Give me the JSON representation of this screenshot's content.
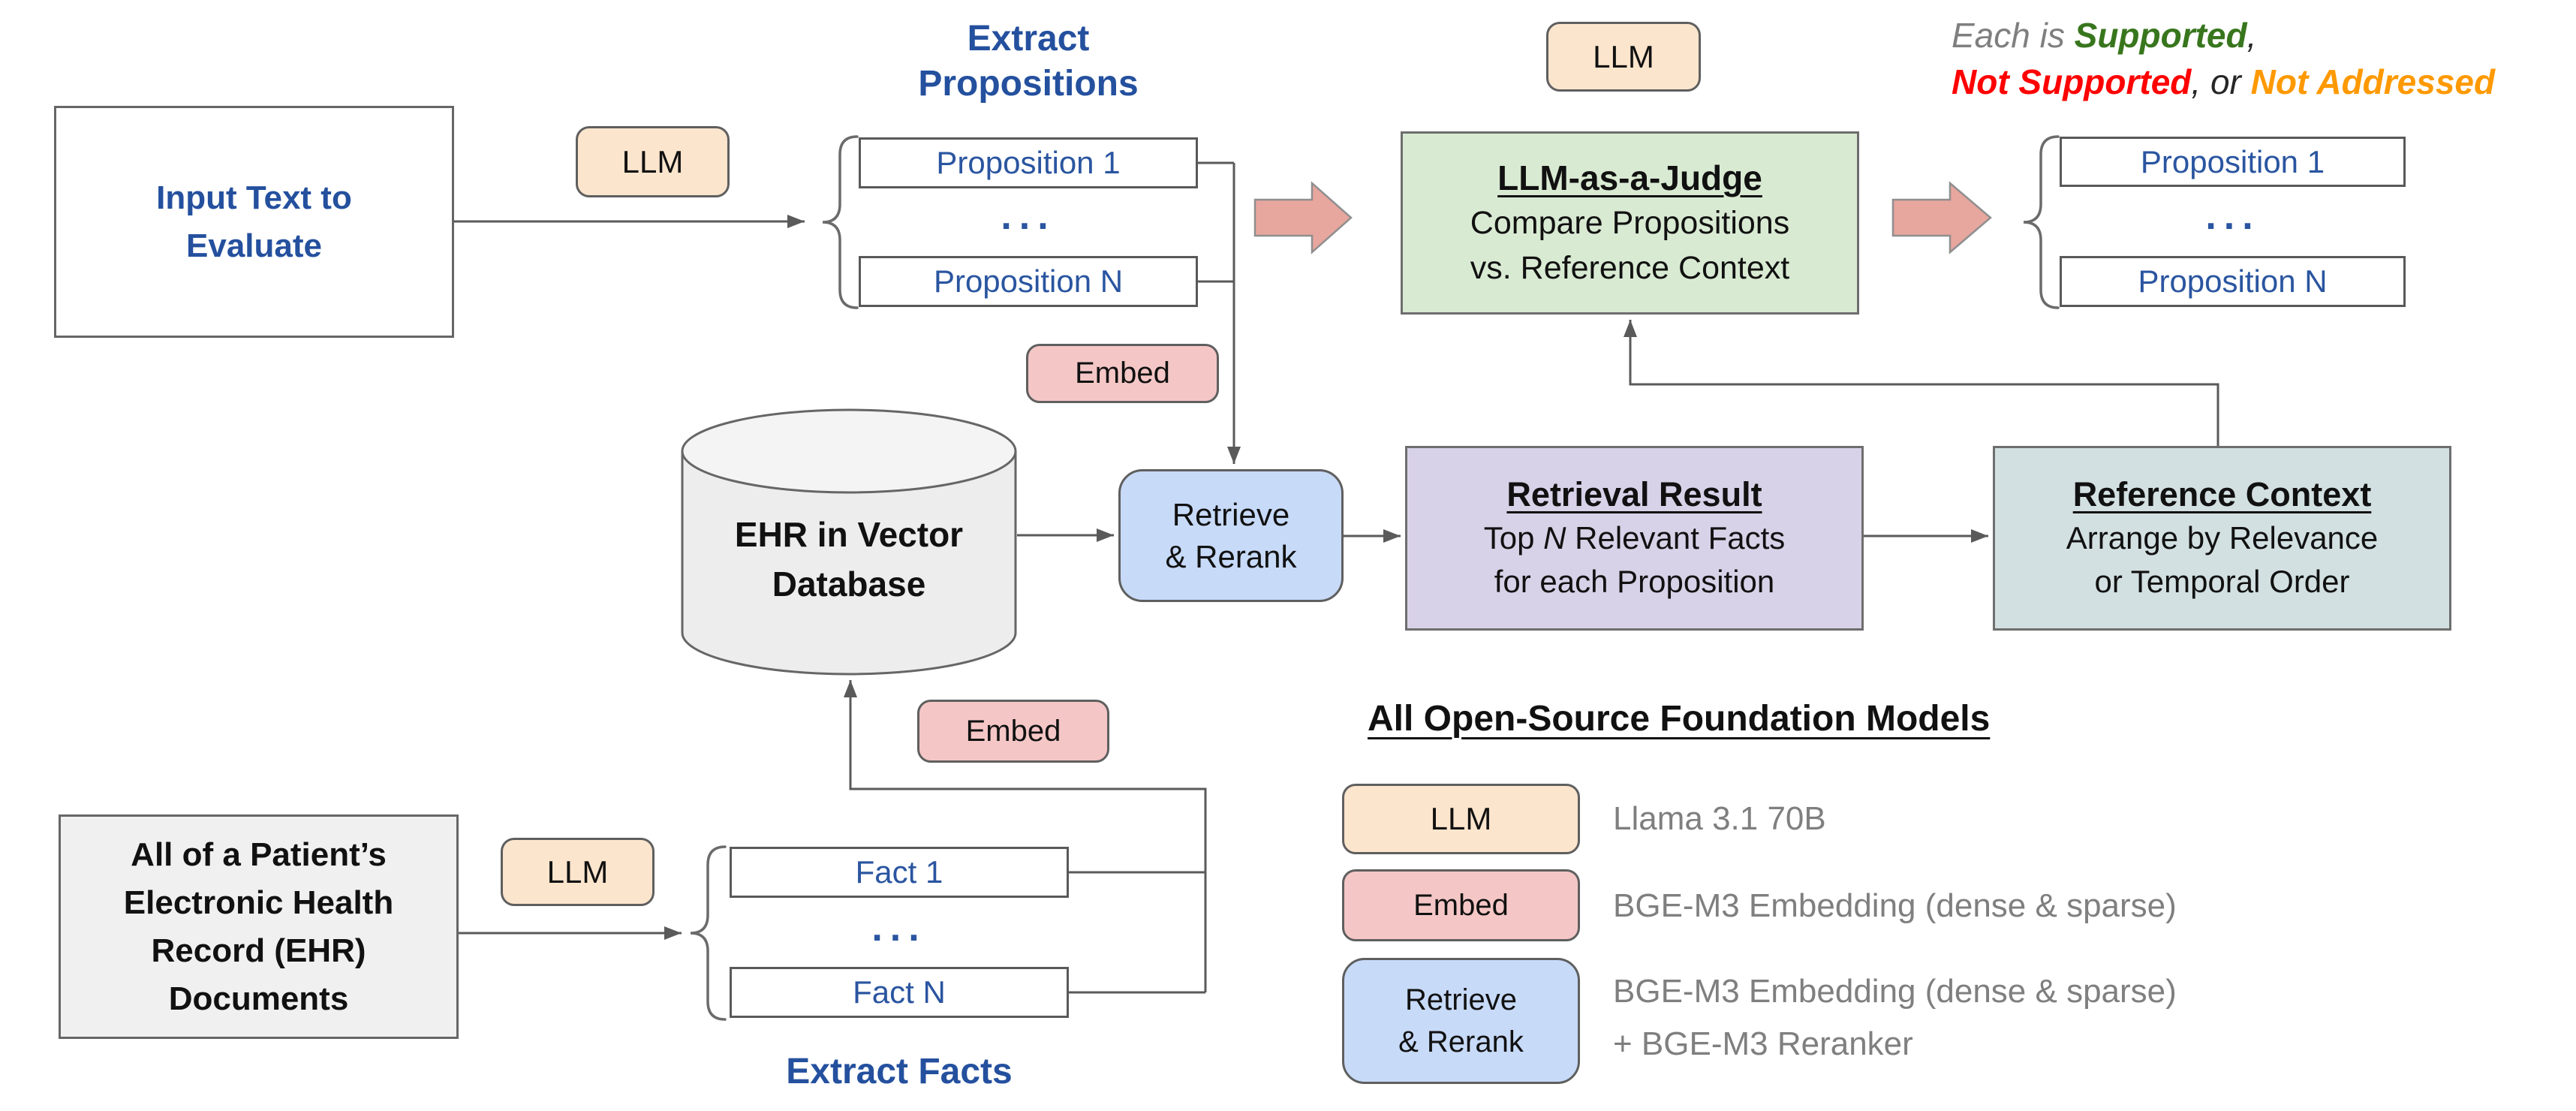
{
  "top_flow": {
    "input_line1": "Input Text to",
    "input_line2": "Evaluate",
    "llm_badge": "LLM",
    "title_line1": "Extract",
    "title_line2": "Propositions",
    "prop_first": "Proposition 1",
    "ellipsis": "...",
    "prop_last": "Proposition N",
    "embed_badge": "Embed"
  },
  "judge": {
    "llm_badge": "LLM",
    "title": "LLM-as-a-Judge",
    "line2": "Compare Propositions",
    "line3": "vs. Reference Context"
  },
  "verdict": {
    "prefix": "Each is ",
    "supported": "Supported",
    "sep1": ",",
    "not_supported": "Not Supported",
    "sep2": ", or ",
    "not_addressed": "Not Addressed"
  },
  "output_props": {
    "prop_first": "Proposition 1",
    "ellipsis": "...",
    "prop_last": "Proposition N"
  },
  "middle": {
    "db_line1": "EHR in Vector",
    "db_line2": "Database",
    "retrieve_line1": "Retrieve",
    "retrieve_line2": "& Rerank",
    "result_title": "Retrieval Result",
    "result_line2_pre": "Top ",
    "result_line2_n": "N",
    "result_line2_post": " Relevant Facts",
    "result_line3": "for each Proposition",
    "reference_title": "Reference Context",
    "reference_line2": "Arrange by Relevance",
    "reference_line3": "or Temporal Order",
    "embed_badge": "Embed"
  },
  "bottom_flow": {
    "ehr_line1": "All of a Patient’s",
    "ehr_line2": "Electronic Health",
    "ehr_line3": "Record (EHR)",
    "ehr_line4": "Documents",
    "llm_badge": "LLM",
    "fact_first": "Fact 1",
    "ellipsis": "...",
    "fact_last": "Fact N",
    "title": "Extract Facts"
  },
  "legend": {
    "title": "All Open-Source Foundation Models",
    "row1": {
      "badge": "LLM",
      "label": "Llama 3.1 70B"
    },
    "row2": {
      "badge": "Embed",
      "label": "BGE-M3 Embedding (dense & sparse)"
    },
    "row3": {
      "badge_line1": "Retrieve",
      "badge_line2": "& Rerank",
      "label_line1": "BGE-M3 Embedding (dense & sparse)",
      "label_line2": "+ BGE-M3 Reranker"
    }
  },
  "colors": {
    "heading_blue": "#24509e",
    "box_text_blue": "#2a55a0",
    "badge_llm_bg": "#fce5cd",
    "badge_embed_bg": "#f4c7c6",
    "badge_retrieve_bg": "#c7daf8",
    "judge_green_bg": "#d9ead3",
    "result_purple_bg": "#d8d2e8",
    "reference_teal_bg": "#d3e0e2",
    "gray_box_bg": "#f0f0f0",
    "supported_green": "#38761d",
    "not_supported_red": "#ff0000",
    "not_addressed_orange": "#ff9900",
    "connector_gray": "#5a5a5a",
    "block_arrow_fill": "#e7a69e"
  }
}
